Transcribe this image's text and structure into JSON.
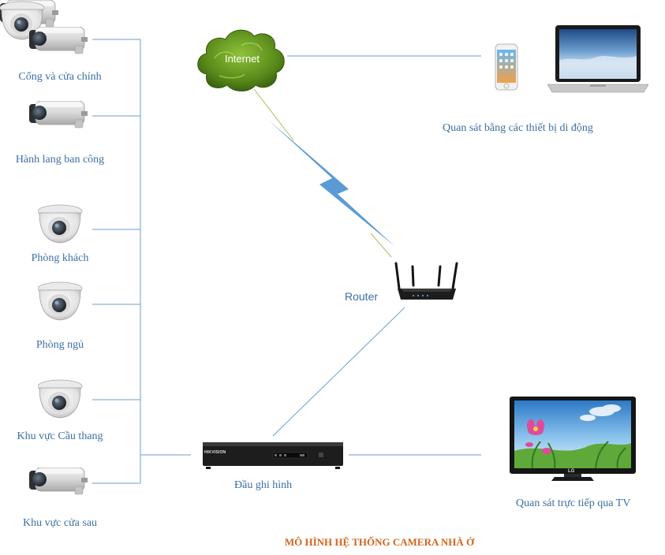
{
  "cameras": [
    {
      "label": "Cổng và cửa chính",
      "kind": "bullet"
    },
    {
      "label": "Hành lang ban công",
      "kind": "bullet"
    },
    {
      "label": "Phòng khách",
      "kind": "dome"
    },
    {
      "label": "Phòng ngủ",
      "kind": "dome"
    },
    {
      "label": "Khu vực Cầu thang",
      "kind": "dome"
    },
    {
      "label": "Khu vực cửa sau",
      "kind": "bullet"
    }
  ],
  "internet": {
    "label": "Internet",
    "icon": "cloud-icon"
  },
  "router": {
    "label": "Router",
    "icon": "router-icon"
  },
  "recorder": {
    "label": "Đầu ghi hình",
    "brand": "HIKVISION",
    "icon": "dvr-icon"
  },
  "mobile_view": {
    "label": "Quan sát bằng các thiết bị di động",
    "icons": [
      "smartphone-icon",
      "laptop-icon"
    ]
  },
  "tv_view": {
    "label": "Quan sát trực tiếp qua TV",
    "brand": "LG",
    "icon": "tv-icon"
  },
  "diagram_title": "MÔ HÌNH HỆ THỐNG CAMERA NHÀ Ở",
  "colors": {
    "label": "#3a6fa5",
    "title": "#d0641c",
    "line": "#6a9fd0",
    "lightning": "#5b9bd5",
    "cloud": "#5a8a1a"
  }
}
